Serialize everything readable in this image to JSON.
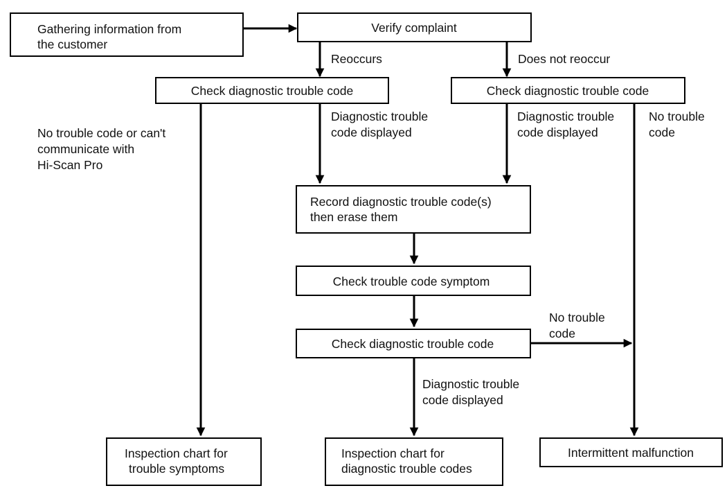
{
  "nodes": {
    "gather": [
      "Gathering information from",
      "the customer"
    ],
    "verify": [
      "Verify complaint"
    ],
    "check_dtc_left": [
      "Check diagnostic trouble code"
    ],
    "check_dtc_right": [
      "Check diagnostic trouble code"
    ],
    "record": [
      "Record diagnostic trouble code(s)",
      "then erase them"
    ],
    "check_symptom": [
      "Check trouble code symptom"
    ],
    "check_dtc_mid": [
      "Check diagnostic trouble code"
    ],
    "inspect_symptoms": [
      "Inspection chart for",
      "trouble symptoms"
    ],
    "inspect_codes": [
      "Inspection chart for",
      "diagnostic trouble codes"
    ],
    "intermittent": [
      "Intermittent malfunction"
    ]
  },
  "edge_labels": {
    "reoccurs": [
      "Reoccurs"
    ],
    "not_reoccur": [
      "Does not reoccur"
    ],
    "no_code_left": [
      "No trouble code or can't",
      "communicate with",
      "Hi-Scan Pro"
    ],
    "displayed_left": [
      "Diagnostic trouble",
      "code displayed"
    ],
    "displayed_right": [
      "Diagnostic trouble",
      "code displayed"
    ],
    "no_code_right": [
      "No trouble",
      "code"
    ],
    "no_code_mid": [
      "No trouble",
      "code"
    ],
    "displayed_mid": [
      "Diagnostic trouble",
      "code displayed"
    ]
  }
}
